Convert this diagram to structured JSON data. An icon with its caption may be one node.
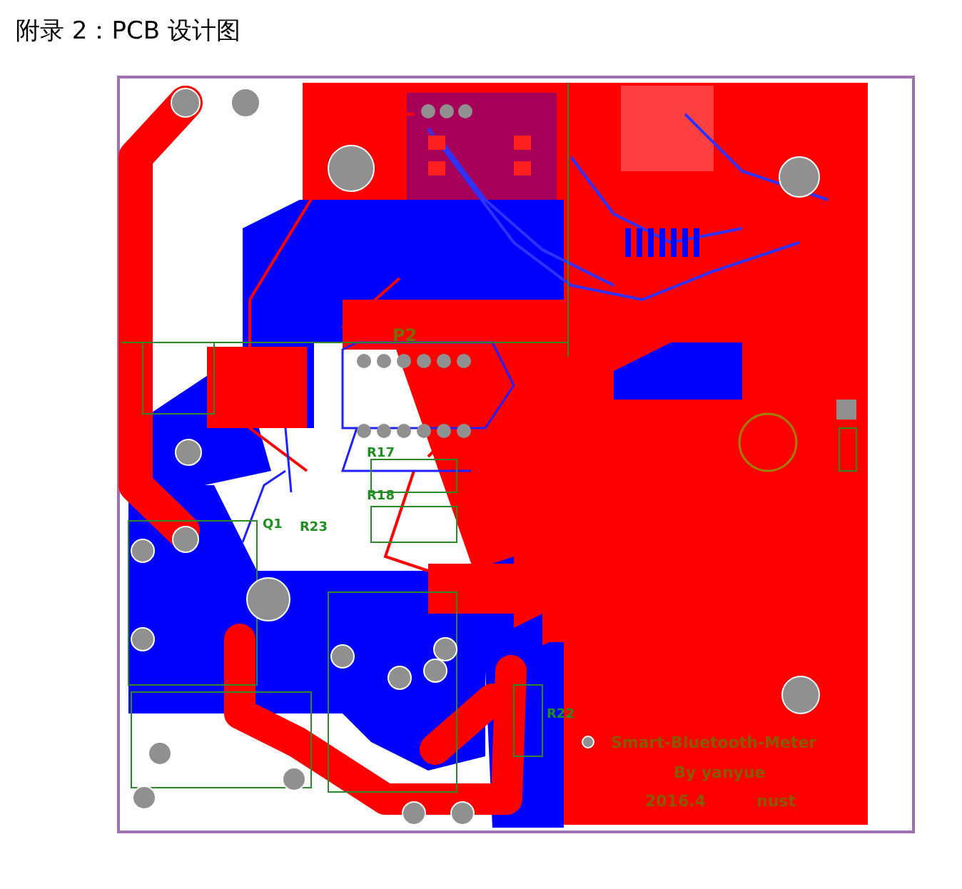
{
  "diagram": {
    "title": "附录 2：PCB 设计图",
    "labels": [
      "P2",
      "R17",
      "R18",
      "Q1",
      "R23",
      "R22",
      "Smart-Bluetooth-Meter",
      "By yanyue",
      "2016.4",
      "nust"
    ]
  }
}
